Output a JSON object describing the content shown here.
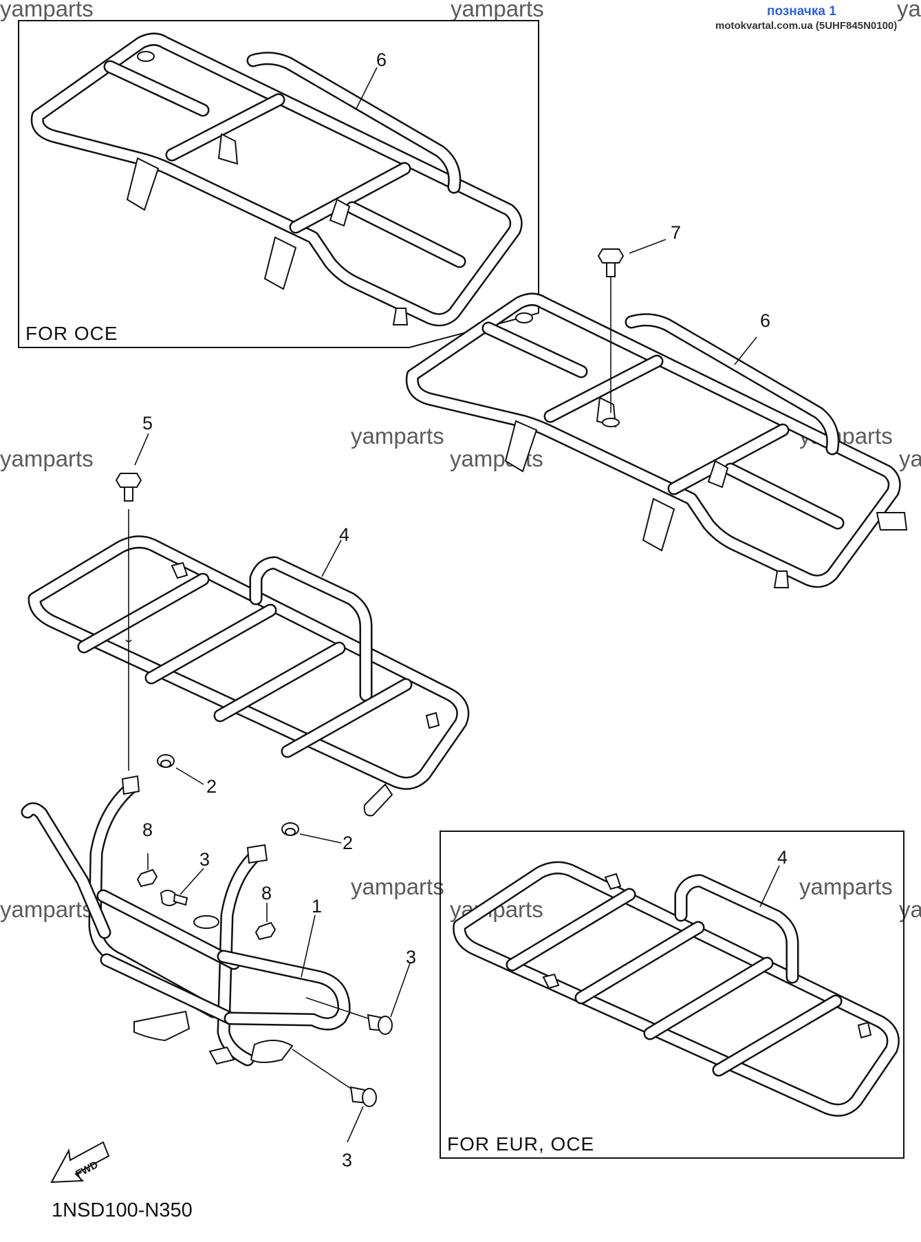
{
  "header": {
    "link_text": "позначка 1",
    "site_text": "motokvartal.com.ua (5UHF845N0100)"
  },
  "watermarks": [
    "yamparts",
    "yamparts",
    "ya",
    "yamparts",
    "yamparts",
    "yamparts",
    "yamparts",
    "ya",
    "yamparts",
    "yamparts",
    "yamparts",
    "yamparts",
    "ya"
  ],
  "boxes": {
    "top_left_label": "FOR OCE",
    "bottom_right_label": "FOR EUR, OCE"
  },
  "callouts": [
    "6",
    "7",
    "6",
    "5",
    "4",
    "2",
    "2",
    "8",
    "3",
    "8",
    "1",
    "3",
    "3",
    "4"
  ],
  "fwd_label": "FWD",
  "diagram_code": "1NSD100-N350"
}
